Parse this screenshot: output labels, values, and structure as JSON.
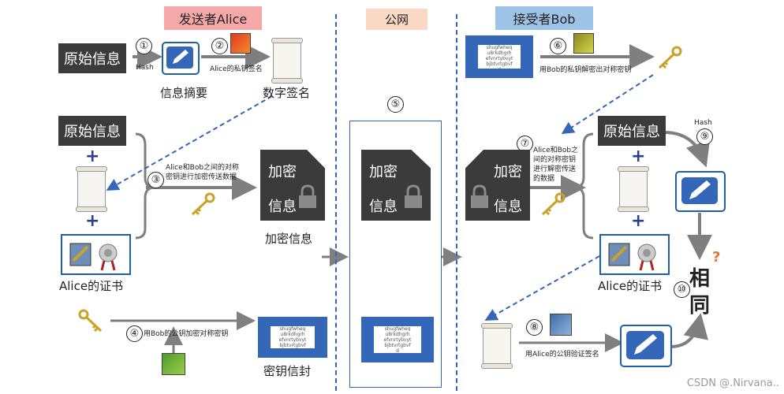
{
  "headers": {
    "sender": "发送者Alice",
    "network": "公网",
    "receiver": "接受者Bob"
  },
  "steps": [
    "①",
    "②",
    "③",
    "④",
    "⑤",
    "⑥",
    "⑦",
    "⑧",
    "⑨",
    "⑩"
  ],
  "sender": {
    "original_info_top": "原始信息",
    "hash": "Hash",
    "alice_private_sign": "Alice的私钥签名",
    "digest_label": "信息摘要",
    "signature_label": "数字签名",
    "original_info_mid": "原始信息",
    "encrypt_note": "Alice和Bob之间的对称\n密钥进行加密传送数据",
    "encrypted_label": "加密信息",
    "alice_cert": "Alice的证书",
    "bob_pubkey_note": "用Bob的公钥加密对称密钥",
    "envelope_label": "密钥信封",
    "encrypt_word": "加密",
    "info_word": "信息"
  },
  "network": {
    "encrypt_word": "加密",
    "info_word": "信息"
  },
  "receiver": {
    "bob_private_note": "用Bob的私钥解密出对称密钥",
    "decrypt_note": "Alice和Bob之\n间的对称密钥\n进行解密传送\n的数据",
    "original_info": "原始信息",
    "hash": "Hash",
    "alice_cert": "Alice的证书",
    "verify_note": "用Alice的公钥验证签名",
    "same_line1": "相",
    "same_line2": "同",
    "encrypt_word": "加密",
    "info_word": "信息"
  },
  "envelope_text": "shugfwheq\nu8rkdhgrh\nefvnrtybvyt\nbjbtvrtgbvf\nd",
  "watermark": "CSDN @.Nirvana..",
  "colors": {
    "sender_header": "#f4a8a8",
    "network_header": "#f9d9c3",
    "receiver_header": "#9dc3e6",
    "accent_blue": "#3567b9",
    "block_dark": "#3b3b3b",
    "arrow_gray": "#7f7f7f"
  },
  "icons": [
    "pen-icon",
    "key-icon",
    "lock-icon",
    "certificate-icon",
    "seal-icon",
    "scroll-icon",
    "envelope-icon",
    "question-icon"
  ]
}
